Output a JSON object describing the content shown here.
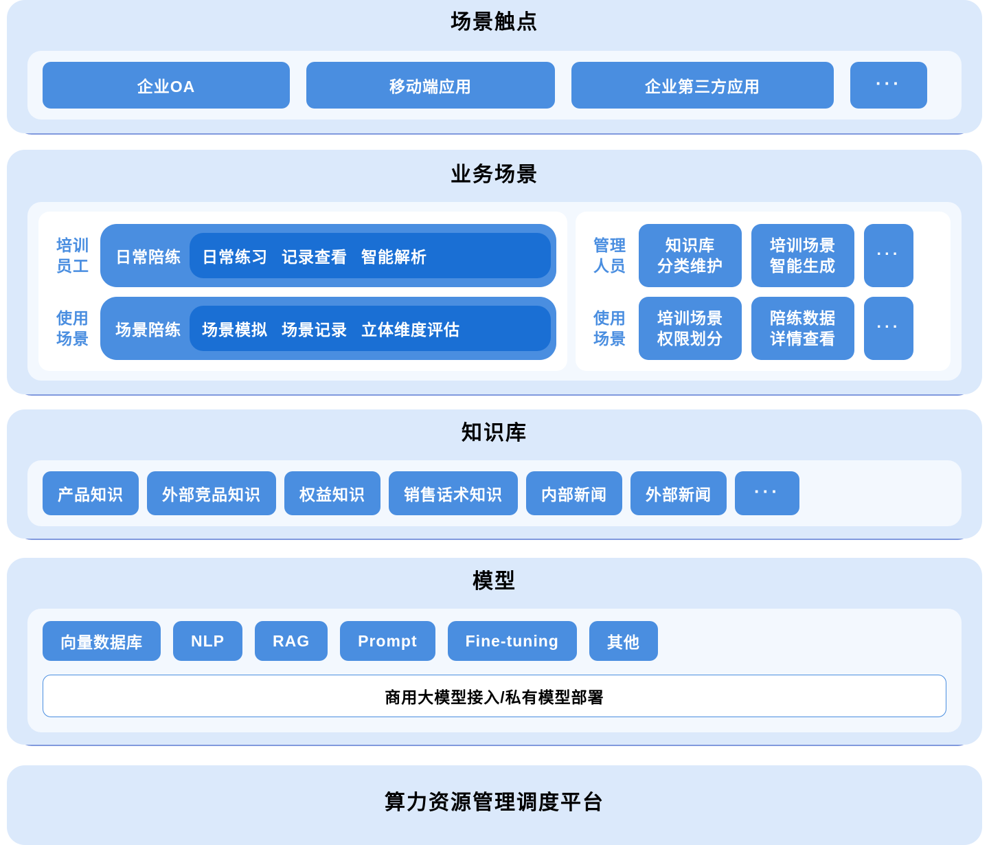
{
  "colors": {
    "card_bg": "#dbe9fb",
    "panel_bg": "#f3f8fe",
    "chip_blue": "#4a8ee0",
    "chip_blue_dark": "#1a6fd4",
    "shadow_bar": "#8099dd",
    "shadow_bar_pale": "#c6d3f2",
    "title_text": "#000000",
    "label_blue": "#4a8ee0"
  },
  "sections": {
    "touchpoints": {
      "title": "场景触点",
      "chips": [
        "企业OA",
        "移动端应用",
        "企业第三方应用",
        "···"
      ]
    },
    "business_scenarios": {
      "title": "业务场景",
      "left": {
        "rows": [
          {
            "label": "培训\n员工",
            "head": "日常陪练",
            "items": [
              "日常练习",
              "记录查看",
              "智能解析"
            ]
          },
          {
            "label": "使用\n场景",
            "head": "场景陪练",
            "items": [
              "场景模拟",
              "场景记录",
              "立体维度评估"
            ]
          }
        ]
      },
      "right": {
        "rows": [
          {
            "label": "管理\n人员",
            "chips": [
              "知识库\n分类维护",
              "培训场景\n智能生成",
              "···"
            ]
          },
          {
            "label": "使用\n场景",
            "chips": [
              "培训场景\n权限划分",
              "陪练数据\n详情查看",
              "···"
            ]
          }
        ]
      }
    },
    "knowledge_base": {
      "title": "知识库",
      "chips": [
        "产品知识",
        "外部竞品知识",
        "权益知识",
        "销售话术知识",
        "内部新闻",
        "外部新闻",
        "···"
      ]
    },
    "model": {
      "title": "模型",
      "chips": [
        "向量数据库",
        "NLP",
        "RAG",
        "Prompt",
        "Fine-tuning",
        "其他"
      ],
      "wide_bar": "商用大模型接入/私有模型部署"
    },
    "compute_platform": {
      "title": "算力资源管理调度平台"
    }
  }
}
